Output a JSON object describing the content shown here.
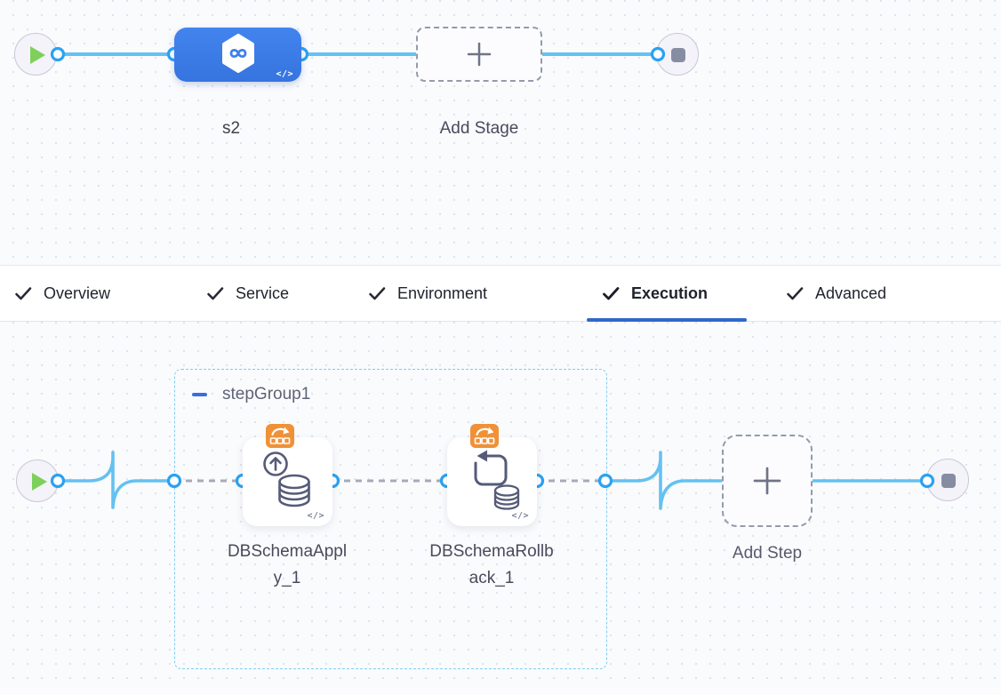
{
  "stage_canvas": {
    "stage_label": "s2",
    "add_stage_label": "Add Stage",
    "code_glyph": "</>"
  },
  "tabs": {
    "active_tab": "Execution",
    "items": [
      {
        "label": "Overview"
      },
      {
        "label": "Service"
      },
      {
        "label": "Environment"
      },
      {
        "label": "Execution"
      },
      {
        "label": "Advanced"
      }
    ]
  },
  "execution_canvas": {
    "step_group": {
      "label": "stepGroup1"
    },
    "steps": [
      {
        "name": "DBSchemaApply_1",
        "label_lines": [
          "DBSchemaAppl",
          "y_1"
        ],
        "code_glyph": "</>"
      },
      {
        "name": "DBSchemaRollback_1",
        "label_lines": [
          "DBSchemaRollb",
          "ack_1"
        ],
        "code_glyph": "</>"
      }
    ],
    "add_step_label": "Add Step"
  },
  "icons": {
    "play": "triangle-right",
    "stop": "rounded-square",
    "plus": "+",
    "check": "✓",
    "collapse": "−",
    "code": "</>"
  },
  "colors": {
    "stage_node_blue": "#3c7de9",
    "wire_blue": "#64c1f2",
    "connector_dot_blue": "#2aa2f1",
    "active_tab_underline": "#2f68c9",
    "collapse_minus_blue": "#3a6fd8",
    "group_border_blue": "#7fccf2",
    "badge_orange": "#f09137",
    "play_green": "#7ed05b",
    "dashed_gray": "#a6aab8",
    "canvas_bg": "#fafbfd"
  }
}
